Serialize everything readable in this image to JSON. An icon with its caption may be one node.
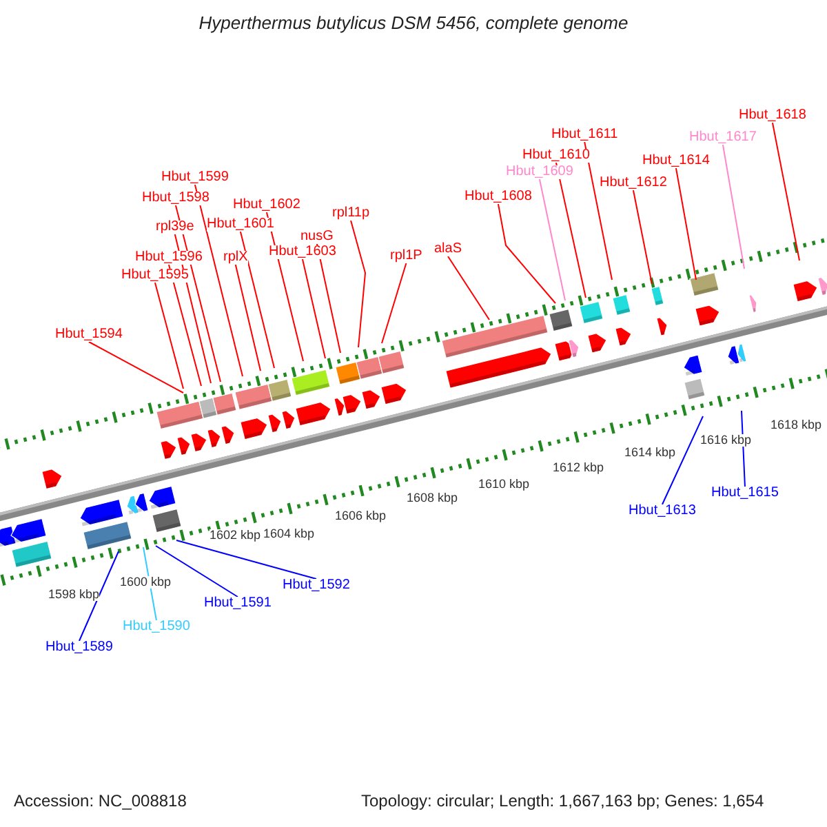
{
  "diagram": {
    "title": "Hyperthermus butylicus DSM 5456, complete genome",
    "nodes": [
      {
        "text": [
          "Hbut_1594"
        ]
      },
      {
        "text": [
          "Hbut_1595"
        ]
      },
      {
        "text": [
          "Hbut_1596"
        ]
      },
      {
        "text": [
          "rpl39e"
        ]
      },
      {
        "text": [
          "Hbut_1598"
        ]
      },
      {
        "text": [
          "Hbut_1599"
        ]
      },
      {
        "text": [
          "rplX"
        ]
      },
      {
        "text": [
          "Hbut_1601"
        ]
      },
      {
        "text": [
          "Hbut_1602"
        ]
      },
      {
        "text": [
          "Hbut_1603"
        ]
      },
      {
        "text": [
          "nusG"
        ]
      },
      {
        "text": [
          "rpl11p"
        ]
      },
      {
        "text": [
          "rpl1P"
        ]
      },
      {
        "text": [
          "alaS"
        ]
      },
      {
        "text": [
          "Hbut_1608"
        ]
      },
      {
        "text": [
          "Hbut_1609"
        ]
      },
      {
        "text": [
          "Hbut_1610"
        ]
      },
      {
        "text": [
          "Hbut_1611"
        ]
      },
      {
        "text": [
          "Hbut_1612"
        ]
      },
      {
        "text": [
          "Hbut_1614"
        ]
      },
      {
        "text": [
          "Hbut_1617"
        ]
      },
      {
        "text": [
          "Hbut_1618"
        ]
      },
      {
        "text": [
          "Hbut_1613"
        ]
      },
      {
        "text": [
          "Hbut_1615"
        ]
      },
      {
        "text": [
          "Hbut_1592"
        ]
      },
      {
        "text": [
          "Hbut_1591"
        ]
      },
      {
        "text": [
          "Hbut_1590"
        ]
      },
      {
        "text": [
          "Hbut_1589"
        ]
      }
    ],
    "edges": [
      {
        "from": 0,
        "to": null,
        "arrow": "none"
      },
      {
        "from": 1,
        "to": null,
        "arrow": "none"
      },
      {
        "from": 2,
        "to": null,
        "arrow": "none"
      },
      {
        "from": 3,
        "to": null,
        "arrow": "none"
      },
      {
        "from": 4,
        "to": null,
        "arrow": "none"
      },
      {
        "from": 5,
        "to": null,
        "arrow": "none"
      },
      {
        "from": 6,
        "to": null,
        "arrow": "none"
      },
      {
        "from": 7,
        "to": null,
        "arrow": "none"
      },
      {
        "from": 8,
        "to": null,
        "arrow": "none"
      },
      {
        "from": 9,
        "to": null,
        "arrow": "none"
      },
      {
        "from": 10,
        "to": null,
        "arrow": "none"
      },
      {
        "from": 11,
        "to": null,
        "arrow": "none"
      },
      {
        "from": 12,
        "to": null,
        "arrow": "none"
      },
      {
        "from": 13,
        "to": null,
        "arrow": "none"
      },
      {
        "from": 14,
        "to": null,
        "arrow": "none"
      },
      {
        "from": 15,
        "to": null,
        "arrow": "none",
        "color": "#ff88cc"
      },
      {
        "from": 16,
        "to": null,
        "arrow": "none"
      },
      {
        "from": 17,
        "to": null,
        "arrow": "none"
      },
      {
        "from": 18,
        "to": null,
        "arrow": "none"
      },
      {
        "from": 19,
        "to": null,
        "arrow": "none"
      },
      {
        "from": 20,
        "to": null,
        "arrow": "none",
        "color": "#ff88cc"
      },
      {
        "from": 21,
        "to": null,
        "arrow": "none"
      },
      {
        "from": 22,
        "to": null,
        "arrow": "none",
        "color": "#0000ff"
      },
      {
        "from": 23,
        "to": null,
        "arrow": "none",
        "color": "#0000ff"
      },
      {
        "from": 24,
        "to": null,
        "arrow": "none",
        "color": "#0000ff"
      },
      {
        "from": 25,
        "to": null,
        "arrow": "none",
        "color": "#0000ff"
      },
      {
        "from": 26,
        "to": null,
        "arrow": "none",
        "color": "#33ccff"
      },
      {
        "from": 27,
        "to": null,
        "arrow": "none",
        "color": "#0000ff"
      }
    ],
    "labels": [
      "1618 kbp",
      "1616 kbp",
      "1614 kbp",
      "1612 kbp",
      "1610 kbp",
      "1608 kbp",
      "1606 kbp",
      "1604 kbp",
      "1602 kbp",
      "1600 kbp",
      "1598 kbp",
      "Accession: NC_008818",
      "Topology: circular; Length: 1,667,163 bp; Genes: 1,654"
    ]
  }
}
